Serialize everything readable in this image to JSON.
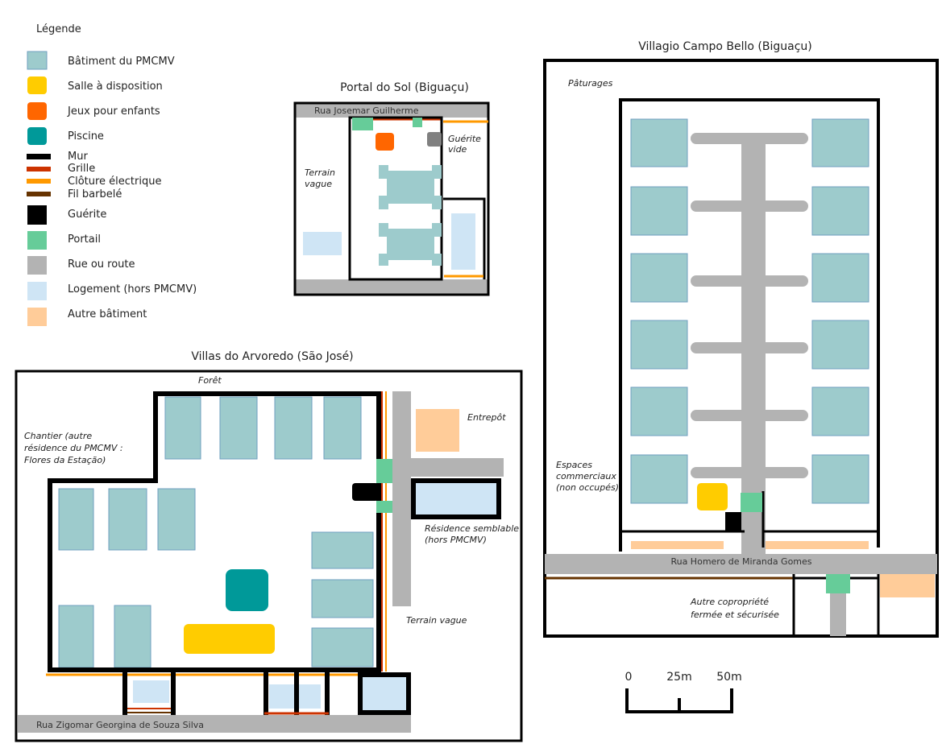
{
  "colors": {
    "pmcmv": "#9dcbcc",
    "salle": "#ffcc00",
    "jeux": "#ff6600",
    "piscine": "#009999",
    "mur": "#000000",
    "grille": "#cc3300",
    "cloture": "#ff9900",
    "barbele": "#663300",
    "guerite": "#000000",
    "portail": "#66cc99",
    "rue": "#b3b3b3",
    "logement": "#cfe5f5",
    "autre": "#ffcc99"
  },
  "legend": {
    "title": "Légende",
    "items": [
      {
        "label": "Bâtiment du PMCMV"
      },
      {
        "label": "Salle à disposition"
      },
      {
        "label": "Jeux pour enfants"
      },
      {
        "label": "Piscine"
      },
      {
        "label": "Mur"
      },
      {
        "label": "Grille"
      },
      {
        "label": "Clôture électrique"
      },
      {
        "label": "Fil barbelé"
      },
      {
        "label": "Guérite"
      },
      {
        "label": "Portail"
      },
      {
        "label": "Rue ou route"
      },
      {
        "label": "Logement (hors PMCMV)"
      },
      {
        "label": "Autre bâtiment"
      }
    ]
  },
  "portal": {
    "title": "Portal do Sol (Biguaçu)",
    "road": "Rua Josemar Guilherme",
    "guerite_line1": "Guérite",
    "guerite_line2": "vide",
    "terrain_line1": "Terrain",
    "terrain_line2": "vague"
  },
  "villas": {
    "title": "Villas do Arvoredo (São José)",
    "foret": "Forêt",
    "chantier_line1": "Chantier (autre",
    "chantier_line2": "résidence du PMCMV :",
    "chantier_line3": "Flores da Estação)",
    "entrepot": "Entrepôt",
    "residence_line1": "Résidence semblable",
    "residence_line2": "(hors PMCMV)",
    "terrain": "Terrain vague",
    "road": "Rua Zigomar Georgina de Souza Silva"
  },
  "campo": {
    "title": "Villagio Campo Bello (Biguaçu)",
    "paturages": "Pâturages",
    "espaces_line1": "Espaces",
    "espaces_line2": "commerciaux",
    "espaces_line3": "(non occupés)",
    "road": "Rua Homero de Miranda Gomes",
    "autre_line1": "Autre copropriété",
    "autre_line2": "fermée et sécurisée"
  },
  "scale": {
    "labels": [
      "0",
      "25m",
      "50m"
    ]
  }
}
